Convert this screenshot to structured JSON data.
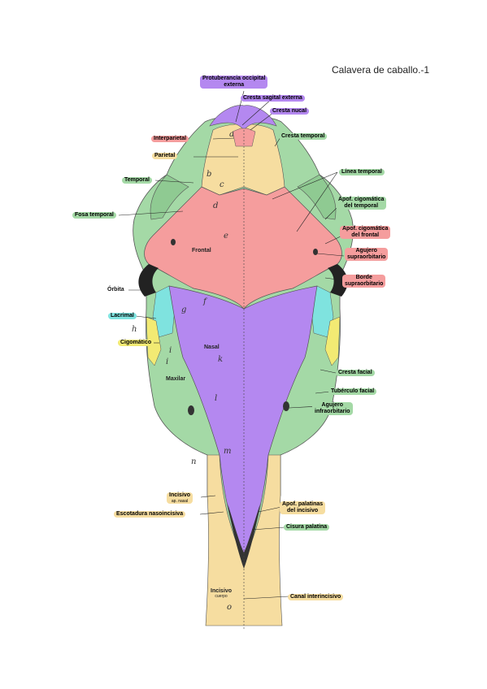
{
  "title": "Calavera de caballo.-1",
  "colors": {
    "violet": "#b488f0",
    "green": "#a4d9a6",
    "red": "#f59d9d",
    "yellow_bone": "#f6dda0",
    "cyan": "#7fe3df",
    "cigomatico": "#f2ea73"
  },
  "labels": {
    "protuberancia": "Protuberancia occipital",
    "protuberancia2": "externa",
    "cresta_sagital": "Cresta sagital externa",
    "cresta_nucal": "Cresta nucal",
    "interparietal": "Interparietal",
    "cresta_temporal": "Cresta temporal",
    "parietal": "Parietal",
    "linea_temporal": "Línea temporal",
    "temporal": "Temporal",
    "apof_cig_temporal": "Apof. cigomática",
    "apof_cig_temporal2": "del temporal",
    "fosa_temporal": "Fosa temporal",
    "apof_cig_frontal": "Apof. cigomática",
    "apof_cig_frontal2": "del frontal",
    "agujero_supra": "Agujero",
    "agujero_supra2": "supraorbitario",
    "borde_supra": "Borde",
    "borde_supra2": "supraorbitario",
    "orbita": "Órbita",
    "lacrimal": "Lacrimal",
    "cigomatico": "Cigomático",
    "cresta_facial": "Cresta facial",
    "tuberculo_facial": "Tubérculo facial",
    "agujero_infra": "Agujero",
    "agujero_infra2": "infraorbitario",
    "incisivo_ap": "Incisivo",
    "incisivo_ap_sub": "ap. nasal",
    "escotadura": "Escotadura nasoincisiva",
    "apof_palatinas": "Apof. palatinas",
    "apof_palatinas2": "del incisivo",
    "cisura_palatina": "Cisura palatina",
    "canal_interincisivo": "Canal interincisivo"
  },
  "inner_labels": {
    "frontal": "Frontal",
    "nasal": "Nasal",
    "maxilar": "Maxilar",
    "incisivo_cuerpo": "Incisivo",
    "incisivo_cuerpo_sub": "cuerpo"
  },
  "letters": {
    "a": "a",
    "b": "b",
    "c": "c",
    "d": "d",
    "e": "e",
    "f": "f",
    "g": "g",
    "h": "h",
    "i": "i",
    "i2": "i",
    "k": "k",
    "l": "l",
    "m": "m",
    "n": "n",
    "o": "o"
  }
}
